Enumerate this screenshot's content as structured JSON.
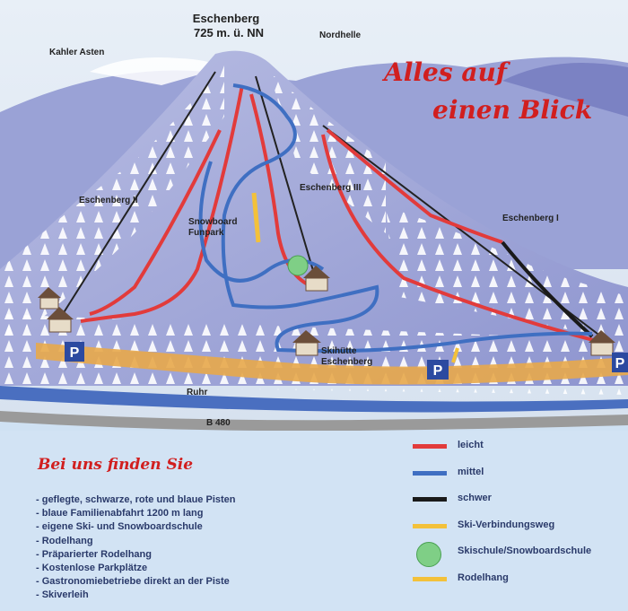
{
  "peak": {
    "name": "Eschenberg",
    "elevation": "725 m. ü. NN"
  },
  "mountains": {
    "left": "Kahler Asten",
    "right": "Nordhelle"
  },
  "slogan": {
    "line1": "Alles auf",
    "line2": "einen Blick"
  },
  "lifts": {
    "lift1": "Eschenberg I",
    "lift2": "Eschenberg II",
    "lift3": "Eschenberg III"
  },
  "funpark": {
    "line1": "Snowboard",
    "line2": "Funpark"
  },
  "hut": {
    "line1": "Skihütte",
    "line2": "Eschenberg"
  },
  "parking_label": "P",
  "river": "Ruhr",
  "road": "B 480",
  "colors": {
    "leicht": "#e23b3b",
    "mittel": "#3f6fc2",
    "schwer": "#1a1a1a",
    "verbindung": "#f3c13a",
    "skischule": "#7fcf86",
    "rodelhang": "#f3c13a"
  },
  "offer": {
    "heading": "Bei uns finden Sie",
    "items": [
      "- geflegte, schwarze, rote und blaue Pisten",
      "- blaue Familienabfahrt 1200 m lang",
      "- eigene Ski- und Snowboardschule",
      "- Rodelhang",
      "- Präparierter Rodelhang",
      "- Kostenlose Parkplätze",
      "- Gastronomiebetriebe direkt an der Piste",
      "- Skiverleih"
    ]
  },
  "legend": [
    {
      "label": "leicht",
      "color": "#e23b3b",
      "kind": "line"
    },
    {
      "label": "mittel",
      "color": "#3f6fc2",
      "kind": "line"
    },
    {
      "label": "schwer",
      "color": "#1a1a1a",
      "kind": "line"
    },
    {
      "label": "Ski-Verbindungsweg",
      "color": "#f3c13a",
      "kind": "line"
    },
    {
      "label": "Skischule/Snowboardschule",
      "color": "#7fcf86",
      "kind": "dot"
    },
    {
      "label": "Rodelhang",
      "color": "#f3c13a",
      "kind": "line"
    }
  ]
}
